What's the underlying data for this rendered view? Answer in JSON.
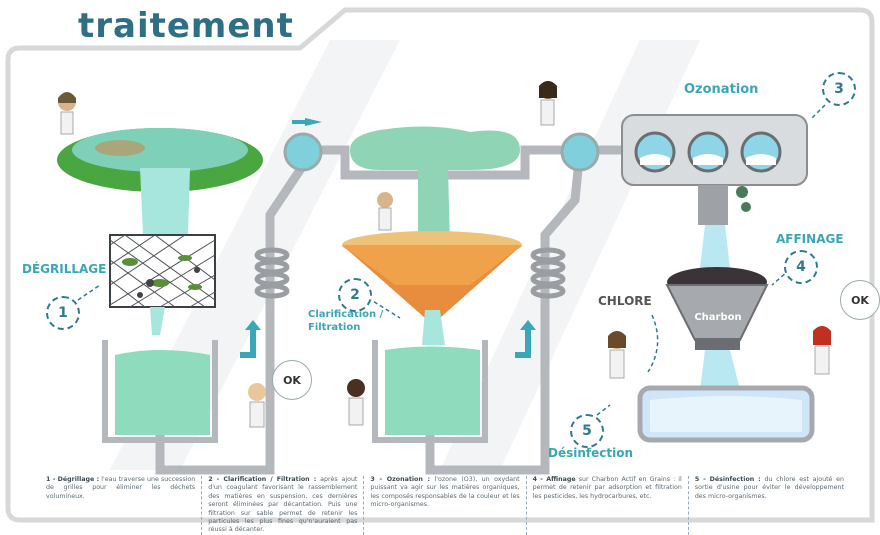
{
  "title": "traitement",
  "labels": {
    "degrillage": "Dégrillage",
    "clarification": "Clarification / Filtration",
    "ozonation": "Ozonation",
    "affinage": "Affinage",
    "chlore": "Chlore",
    "charbon": "Charbon",
    "desinfection": "Désinfection"
  },
  "steps": [
    "1",
    "2",
    "3",
    "4",
    "5"
  ],
  "bubbles": [
    "OK",
    "OK"
  ],
  "legend": [
    {
      "head": "1 - Dégrillage :",
      "text": "l'eau traverse une succession de grilles pour éliminer les déchets volumineux."
    },
    {
      "head": "2 - Clarification / Filtration :",
      "text": "après ajout d'un coagulant favorisant le rassemblement des matières en suspension, ces dernières seront éliminées par décantation. Puis une filtration sur sable permet de retenir les particules les plus fines qu'n'auraient pas réussi à décanter."
    },
    {
      "head": "3 - Ozonation :",
      "text": "l'ozone (O3), un oxydant puissant va agir sur les matières organiques, les composés responsables de la couleur et les micro-organismes."
    },
    {
      "head": "4 - Affinage",
      "text": "sur Charbon Actif en Grains : il permet de retenir par adsorption et filtration les pesticides, les hydrocarbures, etc."
    },
    {
      "head": "5 - Désinfection :",
      "text": "du chlore est ajouté en sortie d'usine pour éviter le développement des micro-organismes."
    }
  ]
}
